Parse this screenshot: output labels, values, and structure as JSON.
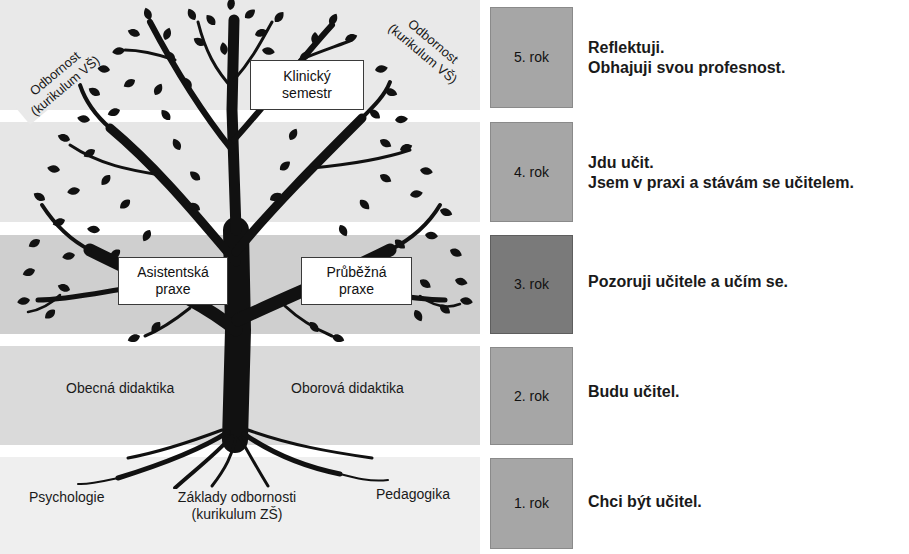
{
  "diagram": {
    "nodes": [
      {
        "text": [
          "Klinický semestr"
        ]
      },
      {
        "text": [
          "5. rok"
        ]
      },
      {
        "text": [
          "4. rok"
        ]
      },
      {
        "text": [
          "Asistentská praxe"
        ]
      },
      {
        "text": [
          "Průběžná praxe"
        ]
      },
      {
        "text": [
          "3. rok"
        ]
      },
      {
        "text": [
          "2. rok"
        ]
      },
      {
        "text": [
          "1. rok"
        ]
      }
    ],
    "labels": [
      "Odbornost (kurikulum VŠ)",
      "Odbornost (kurikulum VŠ)",
      "Obecná didaktika",
      "Oborová didaktika",
      "Psychologie",
      "Základy odbornosti (kurikulum ZŠ)",
      "Pedagogika",
      "Reflektuji.",
      "Obhajuji svou profesnost.",
      "Jdu učit.",
      "Jsem v praxi a stávám se učitelem.",
      "Pozoruji učitele a učím se.",
      "Budu učitel.",
      "Chci být učitel."
    ]
  }
}
